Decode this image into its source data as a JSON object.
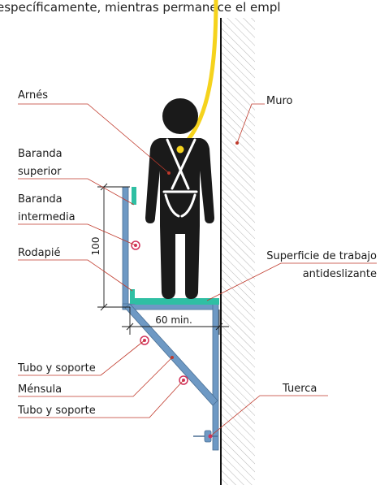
{
  "header_fragment": "específicamente, mientras permanece el empl",
  "labels": {
    "harness": "Arnés",
    "wall": "Muro",
    "top_rail_line1": "Baranda",
    "top_rail_line2": "superior",
    "mid_rail_line1": "Baranda",
    "mid_rail_line2": "intermedia",
    "toeboard": "Rodapié",
    "work_surface_line1": "Superficie de trabajo",
    "work_surface_line2": "antideslizante",
    "tube_support_1": "Tubo y soporte",
    "bracket": "Ménsula",
    "tube_support_2": "Tubo y soporte",
    "nut": "Tuerca"
  },
  "dimensions": {
    "guardrail_height": "100",
    "platform_width": "60 min."
  },
  "colors": {
    "rope": "#f5d31d",
    "frame": "#6e99c4",
    "frame_edge": "#4a6f94",
    "platform": "#2fbfa3",
    "worker": "#1a1a1a",
    "harness": "#ffffff",
    "leader_line": "#c0392b",
    "marker": "#d2325a",
    "wall_hatch": "#b5b5b5"
  },
  "icons": {
    "worker": "worker-silhouette-icon",
    "bolt_marker": "bolt-marker-icon"
  }
}
